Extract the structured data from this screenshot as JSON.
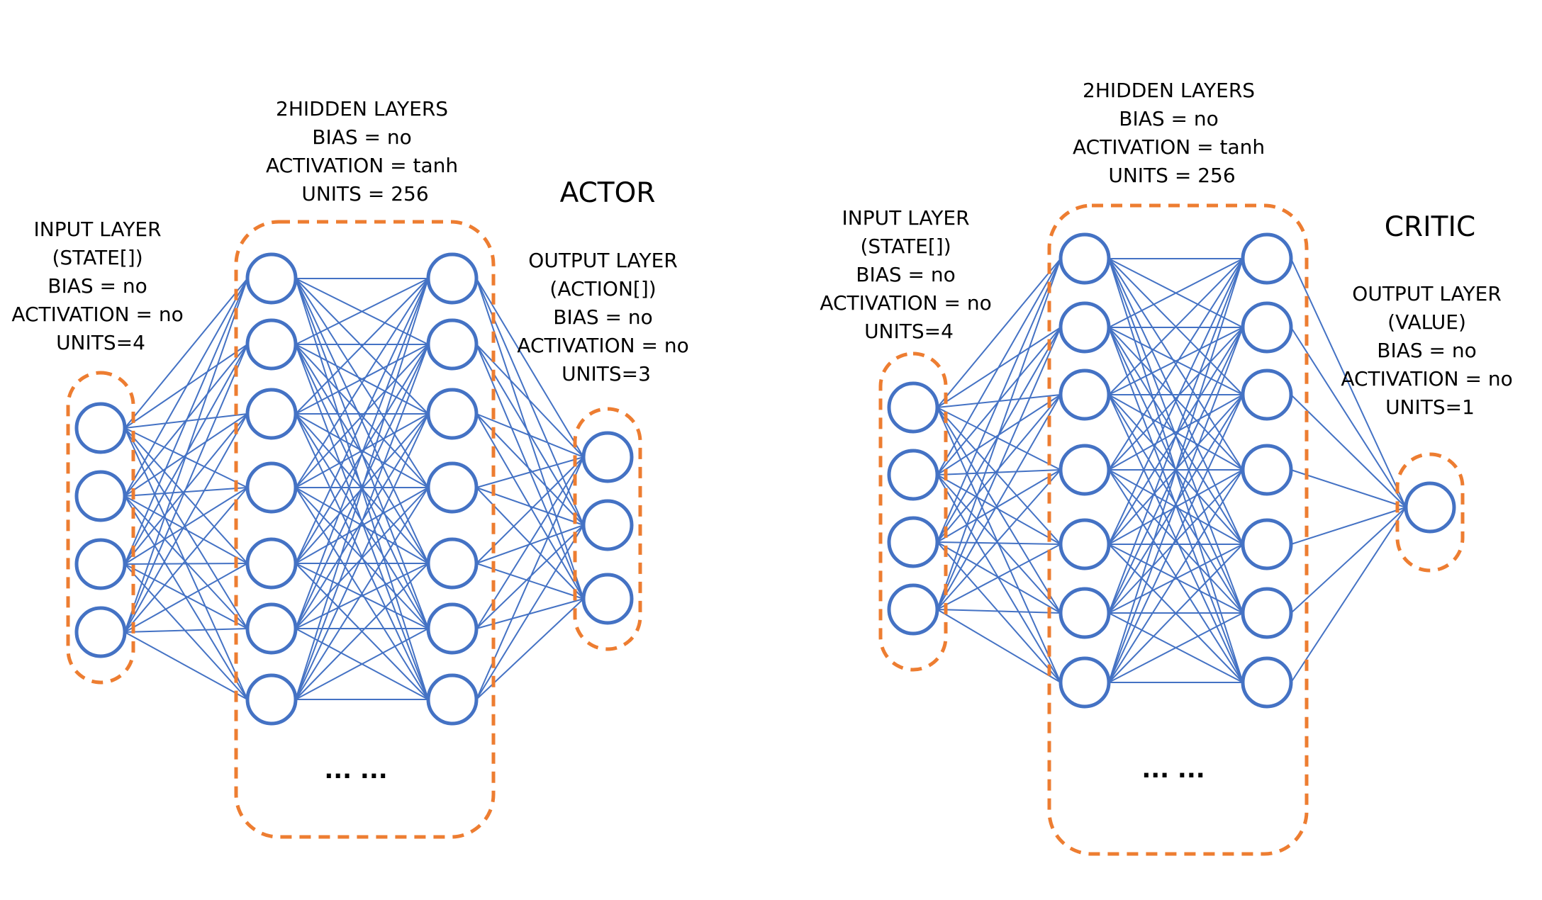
{
  "colors": {
    "neuron": "#4472C4",
    "group": "#ED7D31",
    "text": "#000000",
    "background": "#FFFFFF"
  },
  "actor": {
    "title": "ACTOR",
    "input": {
      "lines": [
        "INPUT LAYER",
        "(STATE[])",
        "BIAS = no",
        "ACTIVATION = no",
        "UNITS=4"
      ],
      "neurons": 4
    },
    "hidden": {
      "lines": [
        "2HIDDEN LAYERS",
        "BIAS = no",
        "ACTIVATION = tanh",
        "UNITS = 256"
      ],
      "neurons_per_layer": 7,
      "layers": 2,
      "ellipsis": "... ..."
    },
    "output": {
      "lines": [
        "OUTPUT LAYER",
        "(ACTION[])",
        "BIAS = no",
        "ACTIVATION = no",
        "UNITS=3"
      ],
      "neurons": 3
    }
  },
  "critic": {
    "title": "CRITIC",
    "input": {
      "lines": [
        "INPUT LAYER",
        "(STATE[])",
        "BIAS = no",
        "ACTIVATION = no",
        "UNITS=4"
      ],
      "neurons": 4
    },
    "hidden": {
      "lines": [
        "2HIDDEN LAYERS",
        "BIAS = no",
        "ACTIVATION = tanh",
        "UNITS = 256"
      ],
      "neurons_per_layer": 7,
      "layers": 2,
      "ellipsis": "... ..."
    },
    "output": {
      "lines": [
        "OUTPUT LAYER",
        "(VALUE)",
        "BIAS = no",
        "ACTIVATION = no",
        "UNITS=1"
      ],
      "neurons": 1
    }
  }
}
